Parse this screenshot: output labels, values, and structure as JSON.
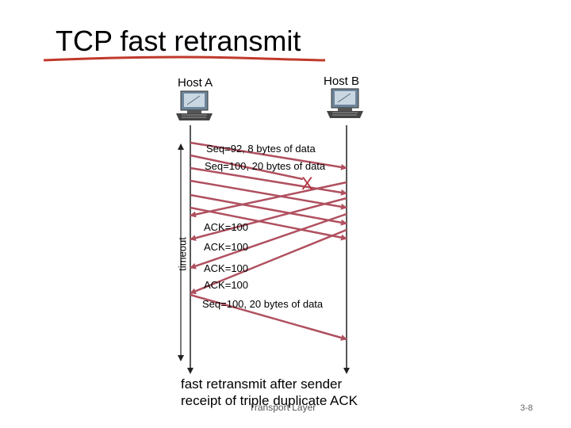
{
  "title": "TCP fast retransmit",
  "hosts": {
    "a": "Host A",
    "b": "Host B"
  },
  "messages": [
    "Seq=92, 8 bytes of data",
    "Seq=100, 20 bytes of data",
    "ACK=100",
    "ACK=100",
    "ACK=100",
    "ACK=100",
    "Seq=100, 20 bytes of data"
  ],
  "loss_marker": "X",
  "timeout_label": "timeout",
  "caption": [
    "fast retransmit after sender",
    "receipt of triple duplicate ACK"
  ],
  "footer": "Transport Layer",
  "page_number": "3-8",
  "colors": {
    "arrow": "#b0505f",
    "title_underline": "#c0392b",
    "loss": "#b0313b"
  }
}
